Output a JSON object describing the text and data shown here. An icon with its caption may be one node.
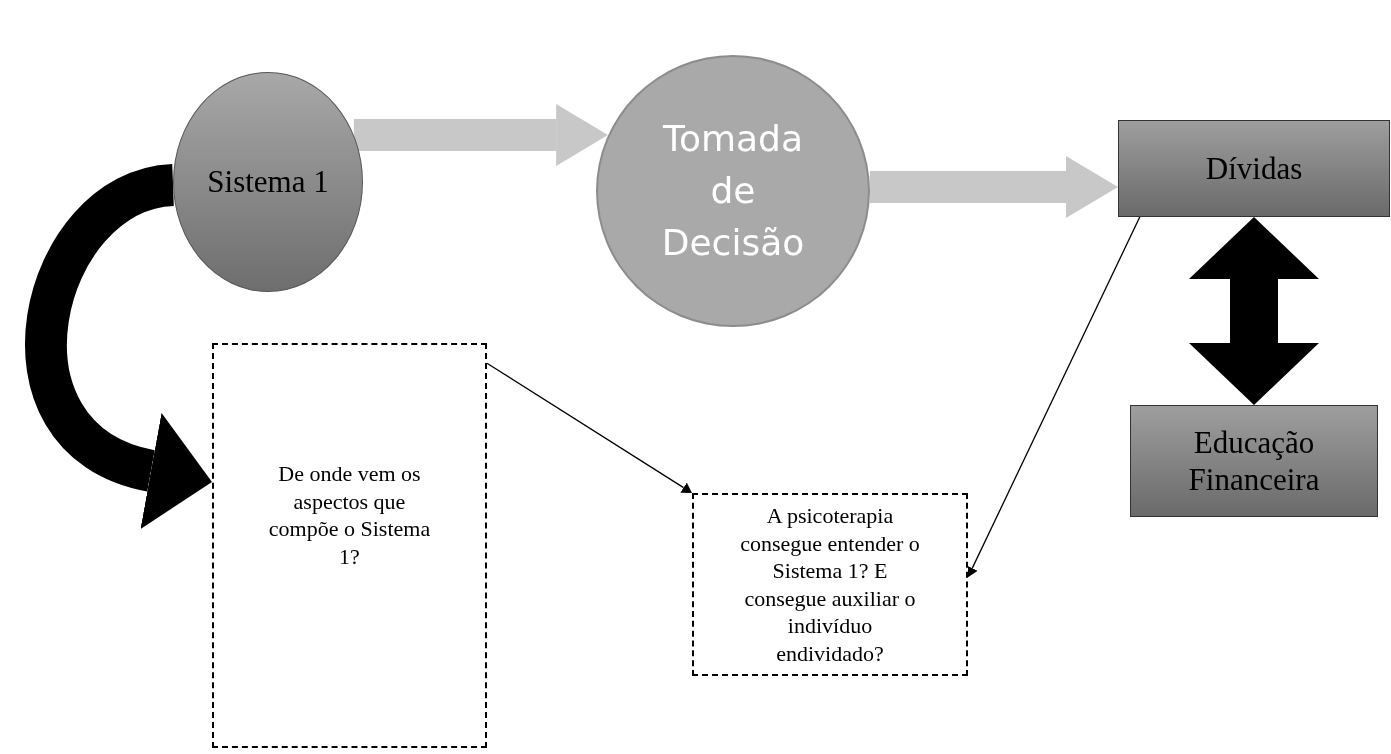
{
  "diagram": {
    "nodes": [
      {
        "text": [
          "Sistema 1"
        ]
      },
      {
        "text": [
          "Tomada de Decisão"
        ]
      },
      {
        "text": [
          "Dívidas"
        ]
      },
      {
        "text": [
          "Educação Financeira"
        ]
      },
      {
        "text": [
          "De onde vem os aspectos que compõe o Sistema 1?"
        ]
      },
      {
        "text": [
          "A psicoterapia consegue entender o Sistema 1? E consegue auxiliar o indivíduo endividado?"
        ]
      }
    ],
    "edges": [
      {
        "from": 0,
        "to": 1,
        "arrow": "to",
        "color": "#c8c8c8"
      },
      {
        "from": 1,
        "to": 2,
        "arrow": "to",
        "color": "#c8c8c8"
      },
      {
        "from": 0,
        "to": 4,
        "arrow": "to"
      },
      {
        "from": 2,
        "to": 3,
        "arrow": "both"
      },
      {
        "from": 4,
        "to": 5,
        "arrow": "to"
      },
      {
        "from": 2,
        "to": 5,
        "arrow": "to"
      }
    ]
  }
}
